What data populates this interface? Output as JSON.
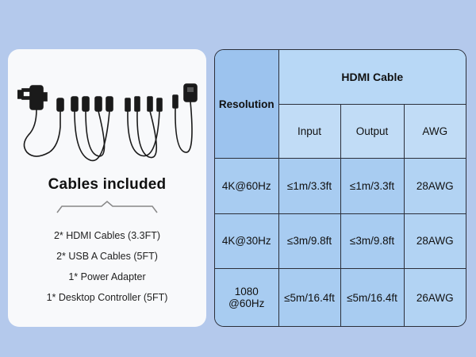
{
  "left_card": {
    "heading": "Cables included",
    "items": [
      "2* HDMI Cables (3.3FT)",
      "2* USB A Cables (5FT)",
      "1* Power Adapter",
      "1* Desktop Controller (5FT)"
    ]
  },
  "table": {
    "group_header": "HDMI Cable",
    "row_header": "Resolution",
    "columns": [
      "Input",
      "Output",
      "AWG"
    ],
    "rows": [
      {
        "resolution": "4K@60Hz",
        "input": "≤1m/3.3ft",
        "output": "≤1m/3.3ft",
        "awg": "28AWG"
      },
      {
        "resolution": "4K@30Hz",
        "input": "≤3m/9.8ft",
        "output": "≤3m/9.8ft",
        "awg": "28AWG"
      },
      {
        "resolution_line1": "1080",
        "resolution_line2": "@60Hz",
        "input": "≤5m/16.4ft",
        "output": "≤5m/16.4ft",
        "awg": "26AWG"
      }
    ]
  },
  "colors": {
    "background": "#b4c9ec",
    "card": "#f8f9fb",
    "table_cell": "#a8ccf1",
    "table_header": "#b8d8f6"
  }
}
